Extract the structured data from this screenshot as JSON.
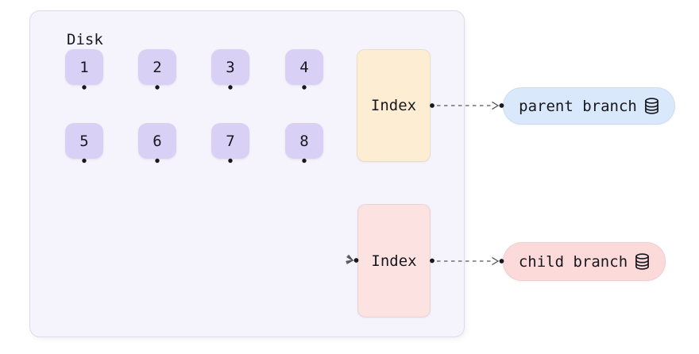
{
  "disk": {
    "label": "Disk",
    "pages": [
      "1",
      "2",
      "3",
      "4",
      "5",
      "6",
      "7",
      "8"
    ],
    "parent_index": {
      "label": "Index"
    },
    "child_index": {
      "label": "Index"
    }
  },
  "branches": {
    "parent": {
      "label": "parent branch",
      "icon": "database-icon"
    },
    "child": {
      "label": "child branch",
      "icon": "database-icon"
    }
  },
  "connections": {
    "pages_to_child_index": [
      "1",
      "2",
      "3",
      "4",
      "5",
      "6",
      "7",
      "8"
    ],
    "parent_index_to": "parent branch",
    "child_index_to": "child branch"
  },
  "colors": {
    "canvas-bg": "#ffffff",
    "disk-bg": "#f5f4fc",
    "disk-border": "#dddbe8",
    "page-fill": "#d9d1f5",
    "parent-index-fill": "#fdeed3",
    "child-index-fill": "#fde2e2",
    "parent-branch-fill": "#d9e8fb",
    "child-branch-fill": "#fcdada",
    "line": "#55555e",
    "ink": "#17171f"
  }
}
